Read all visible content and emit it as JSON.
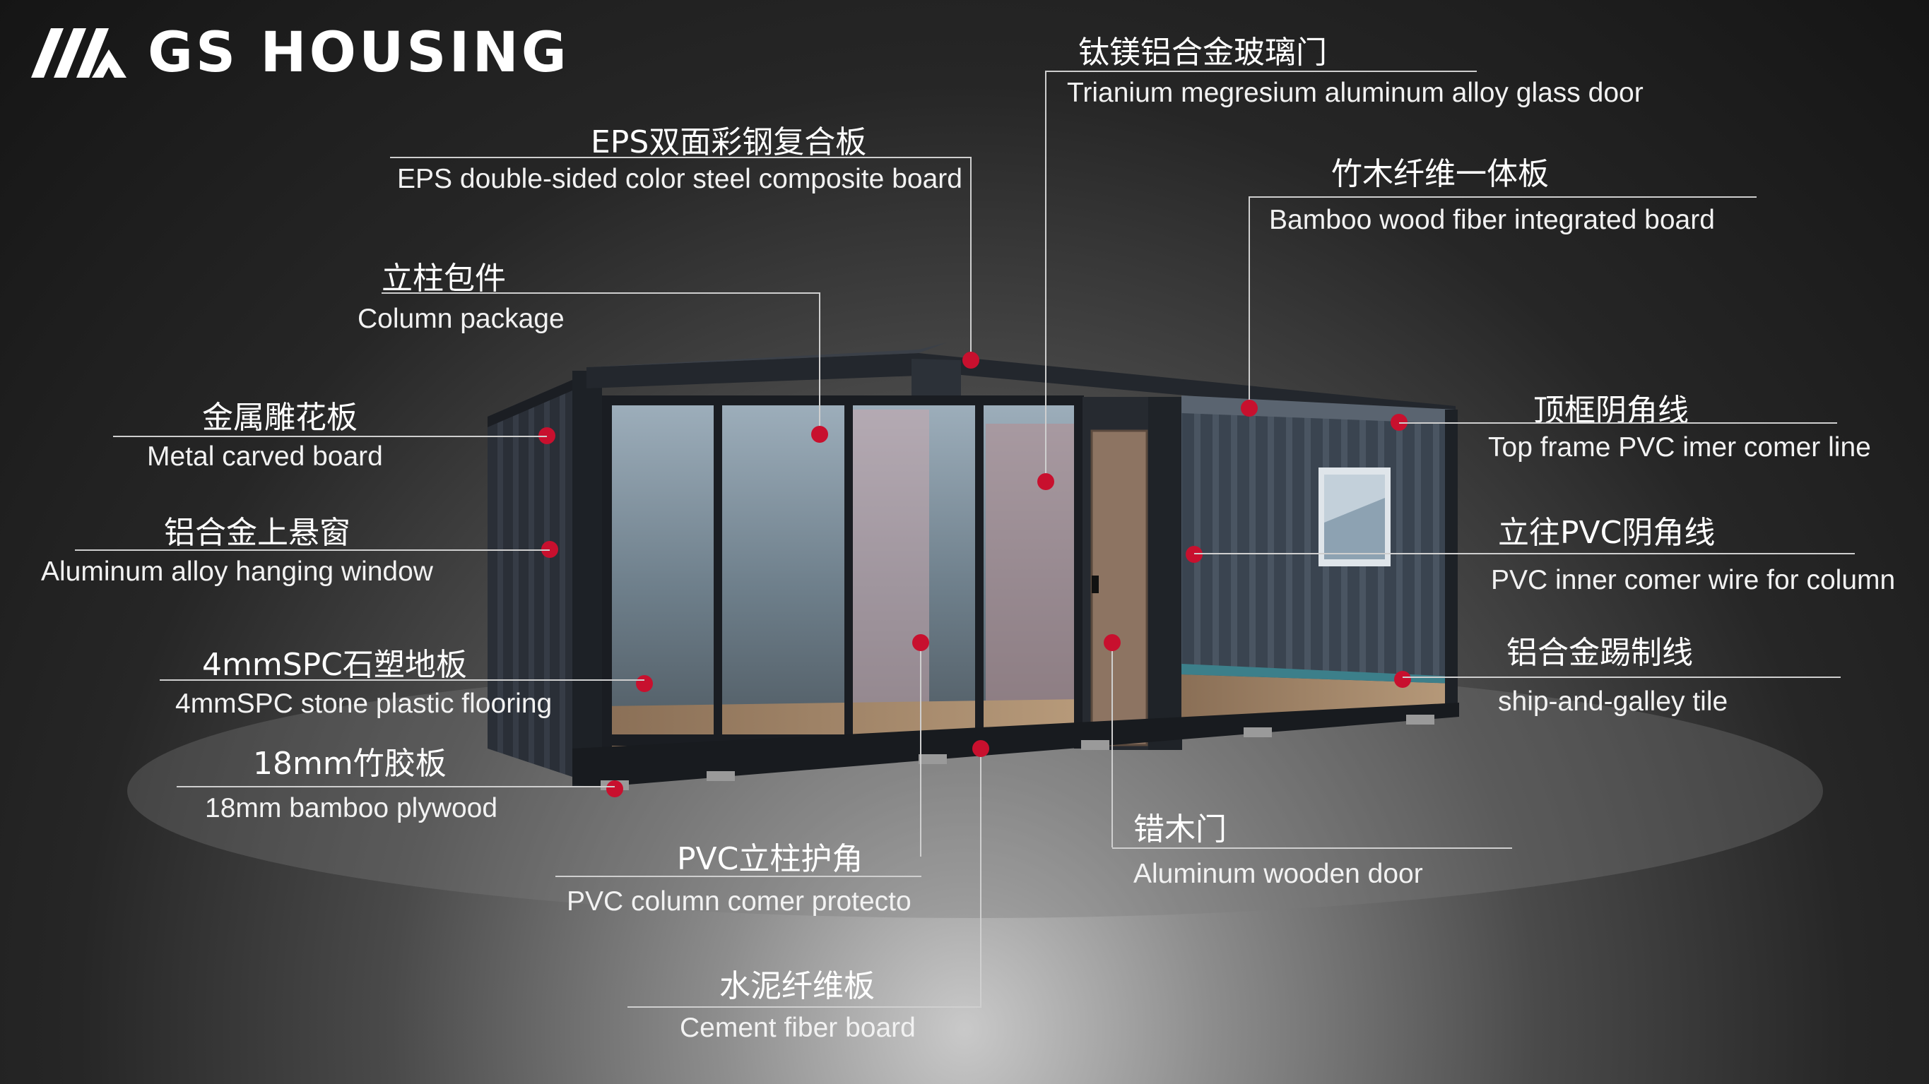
{
  "brand": {
    "name": "GS HOUSING",
    "logo_icon": "gs-housing-logo"
  },
  "labels": [
    {
      "id": "titanium-door",
      "zh": "钛镁铝合金玻璃门",
      "en": "Trianium megresium aluminum alloy glass door"
    },
    {
      "id": "eps-board",
      "zh": "EPS双面彩钢复合板",
      "en": "EPS double-sided color steel composite board"
    },
    {
      "id": "bamboo-wood-board",
      "zh": "竹木纤维一体板",
      "en": "Bamboo wood fiber integrated board"
    },
    {
      "id": "column-package",
      "zh": "立柱包件",
      "en": "Column package"
    },
    {
      "id": "metal-carved-board",
      "zh": "金属雕花板",
      "en": "Metal carved board"
    },
    {
      "id": "top-frame-pvc",
      "zh": "顶框阴角线",
      "en": "Top frame PVC imer comer line"
    },
    {
      "id": "hanging-window",
      "zh": "铝合金上悬窗",
      "en": "Aluminum alloy hanging window"
    },
    {
      "id": "pvc-column-wire",
      "zh": "立往PVC阴角线",
      "en": "PVC inner comer wire for column"
    },
    {
      "id": "spc-flooring",
      "zh": "4mmSPC石塑地板",
      "en": "4mmSPC stone plastic flooring"
    },
    {
      "id": "skirting-tile",
      "zh": "铝合金踢制线",
      "en": "ship-and-galley tile"
    },
    {
      "id": "bamboo-plywood",
      "zh": "18mm竹胶板",
      "en": "18mm bamboo plywood"
    },
    {
      "id": "wooden-door",
      "zh": "错木门",
      "en": "Aluminum wooden door"
    },
    {
      "id": "pvc-corner-protector",
      "zh": "PVC立柱护角",
      "en": "PVC column comer protecto"
    },
    {
      "id": "cement-board",
      "zh": "水泥纤维板",
      "en": "Cement fiber board"
    }
  ],
  "colors": {
    "marker": "#c8102e",
    "rule": "#cfcfcf",
    "container": "#2b3038"
  }
}
